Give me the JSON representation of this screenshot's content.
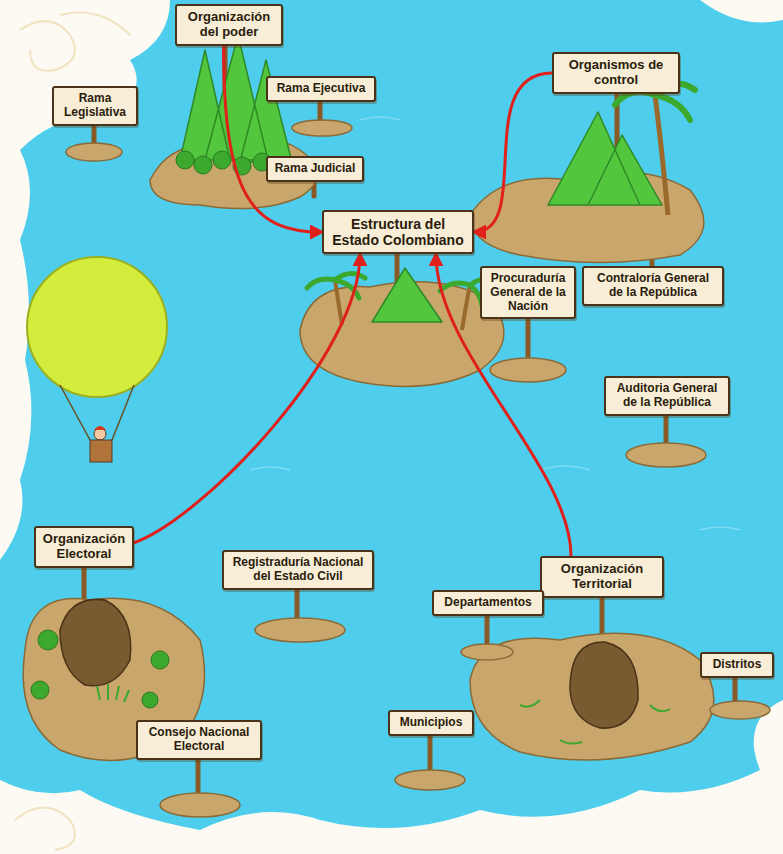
{
  "diagram": {
    "nodes": [
      {
        "text": [
          "Organización del poder"
        ]
      },
      {
        "text": [
          "Rama Legislativa"
        ]
      },
      {
        "text": [
          "Rama Ejecutiva"
        ]
      },
      {
        "text": [
          "Rama Judicial"
        ]
      },
      {
        "text": [
          "Organismos de control"
        ]
      },
      {
        "text": [
          "Estructura del Estado Colombiano"
        ]
      },
      {
        "text": [
          "Procuraduría General de la Nación"
        ]
      },
      {
        "text": [
          "Contraloría General de la República"
        ]
      },
      {
        "text": [
          "Auditoria General de la República"
        ]
      },
      {
        "text": [
          "Organización Electoral"
        ]
      },
      {
        "text": [
          "Registraduría Nacional del Estado Civil"
        ]
      },
      {
        "text": [
          "Organización Territorial"
        ]
      },
      {
        "text": [
          "Departamentos"
        ]
      },
      {
        "text": [
          "Distritos"
        ]
      },
      {
        "text": [
          "Consejo Nacional Electoral"
        ]
      },
      {
        "text": [
          "Municipios"
        ]
      }
    ],
    "edges": [
      {
        "from": 0,
        "to": 5,
        "arrow": "to"
      },
      {
        "from": 4,
        "to": 5,
        "arrow": "to"
      },
      {
        "from": 9,
        "to": 5,
        "arrow": "to"
      },
      {
        "from": 11,
        "to": 5,
        "arrow": "to"
      }
    ]
  }
}
